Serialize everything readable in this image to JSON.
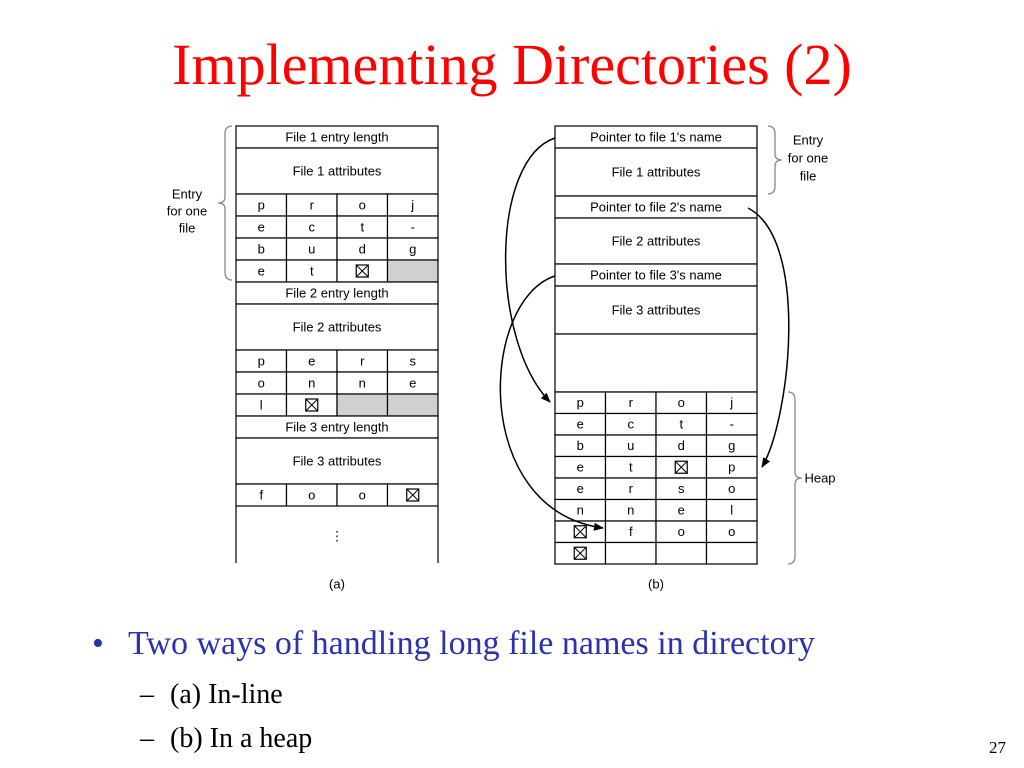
{
  "slide": {
    "title": "Implementing Directories (2)",
    "bullet": "Two ways of handling long file names in directory",
    "subitems": [
      "(a) In-line",
      "(b) In a heap"
    ],
    "page_number": "27"
  },
  "diagram_a": {
    "caption": "(a)",
    "side_label": [
      "Entry",
      "for one",
      "file"
    ],
    "rows": [
      {
        "kind": "wide",
        "text": "File 1 entry length"
      },
      {
        "kind": "attr",
        "text": "File 1 attributes"
      },
      {
        "kind": "chars",
        "cells": [
          "p",
          "r",
          "o",
          "j"
        ]
      },
      {
        "kind": "chars",
        "cells": [
          "e",
          "c",
          "t",
          "-"
        ]
      },
      {
        "kind": "chars",
        "cells": [
          "b",
          "u",
          "d",
          "g"
        ]
      },
      {
        "kind": "chars",
        "cells": [
          "e",
          "t",
          "#",
          ""
        ],
        "shade": [
          3
        ]
      },
      {
        "kind": "wide",
        "text": "File 2 entry length"
      },
      {
        "kind": "attr",
        "text": "File 2 attributes"
      },
      {
        "kind": "chars",
        "cells": [
          "p",
          "e",
          "r",
          "s"
        ]
      },
      {
        "kind": "chars",
        "cells": [
          "o",
          "n",
          "n",
          "e"
        ]
      },
      {
        "kind": "chars",
        "cells": [
          "l",
          "#",
          "",
          ""
        ],
        "shade": [
          2,
          3
        ]
      },
      {
        "kind": "wide",
        "text": "File 3 entry length"
      },
      {
        "kind": "attr",
        "text": "File 3 attributes"
      },
      {
        "kind": "chars",
        "cells": [
          "f",
          "o",
          "o",
          "#"
        ]
      }
    ],
    "ellipsis": "⋮"
  },
  "diagram_b": {
    "caption": "(b)",
    "side_label_top": [
      "Entry",
      "for one",
      "file"
    ],
    "side_label_heap": "Heap",
    "rows": [
      {
        "kind": "wide",
        "text": "Pointer to file 1's name"
      },
      {
        "kind": "attr",
        "text": "File 1 attributes"
      },
      {
        "kind": "wide",
        "text": "Pointer to file 2's name"
      },
      {
        "kind": "attr",
        "text": "File 2 attributes"
      },
      {
        "kind": "wide",
        "text": "Pointer to file 3's name"
      },
      {
        "kind": "attr",
        "text": "File 3 attributes"
      }
    ],
    "heap": [
      [
        "p",
        "r",
        "o",
        "j"
      ],
      [
        "e",
        "c",
        "t",
        "-"
      ],
      [
        "b",
        "u",
        "d",
        "g"
      ],
      [
        "e",
        "t",
        "#",
        "p"
      ],
      [
        "e",
        "r",
        "s",
        "o"
      ],
      [
        "n",
        "n",
        "e",
        "l"
      ],
      [
        "#",
        "f",
        "o",
        "o"
      ],
      [
        "#",
        "",
        "",
        ""
      ]
    ]
  }
}
